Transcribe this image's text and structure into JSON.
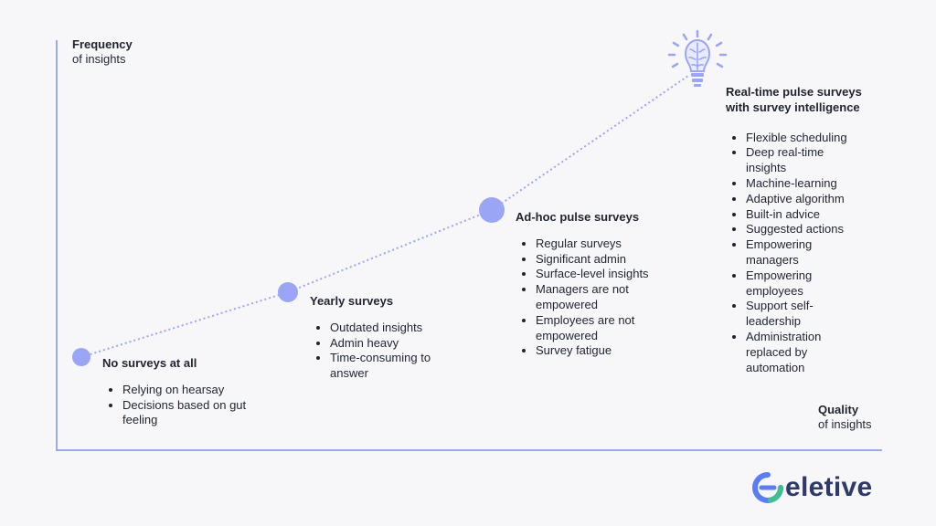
{
  "axes": {
    "y_label_bold": "Frequency",
    "y_label_light": "of insights",
    "x_label_bold": "Quality",
    "x_label_light": "of insights"
  },
  "stages": [
    {
      "title": "No surveys at all",
      "bullets": [
        "Relying on hearsay",
        "Decisions based on gut feeling"
      ]
    },
    {
      "title": "Yearly surveys",
      "bullets": [
        "Outdated insights",
        "Admin heavy",
        "Time-consuming to answer"
      ]
    },
    {
      "title": "Ad-hoc pulse surveys",
      "bullets": [
        "Regular surveys",
        "Significant admin",
        "Surface-level insights",
        "Managers are not empowered",
        "Employees are not empowered",
        "Survey fatigue"
      ]
    },
    {
      "title": "Real-time pulse surveys with survey intelligence",
      "bullets": [
        "Flexible scheduling",
        "Deep real-time insights",
        "Machine-learning",
        "Adaptive algorithm",
        "Built-in advice",
        "Suggested actions",
        "Empowering managers",
        "Empowering employees",
        "Support self-leadership",
        "Administration replaced by automation"
      ]
    }
  ],
  "brand": {
    "name": "eletive"
  },
  "icons": {
    "peak": "brain-lightbulb-icon",
    "logo": "eletive-logo-icon"
  },
  "colors": {
    "accent": "#9ba5f5",
    "axis": "#9ca8ef",
    "brand_text": "#2f3a66",
    "logo_blue": "#5b7cf5",
    "logo_green": "#3fbf8f"
  }
}
